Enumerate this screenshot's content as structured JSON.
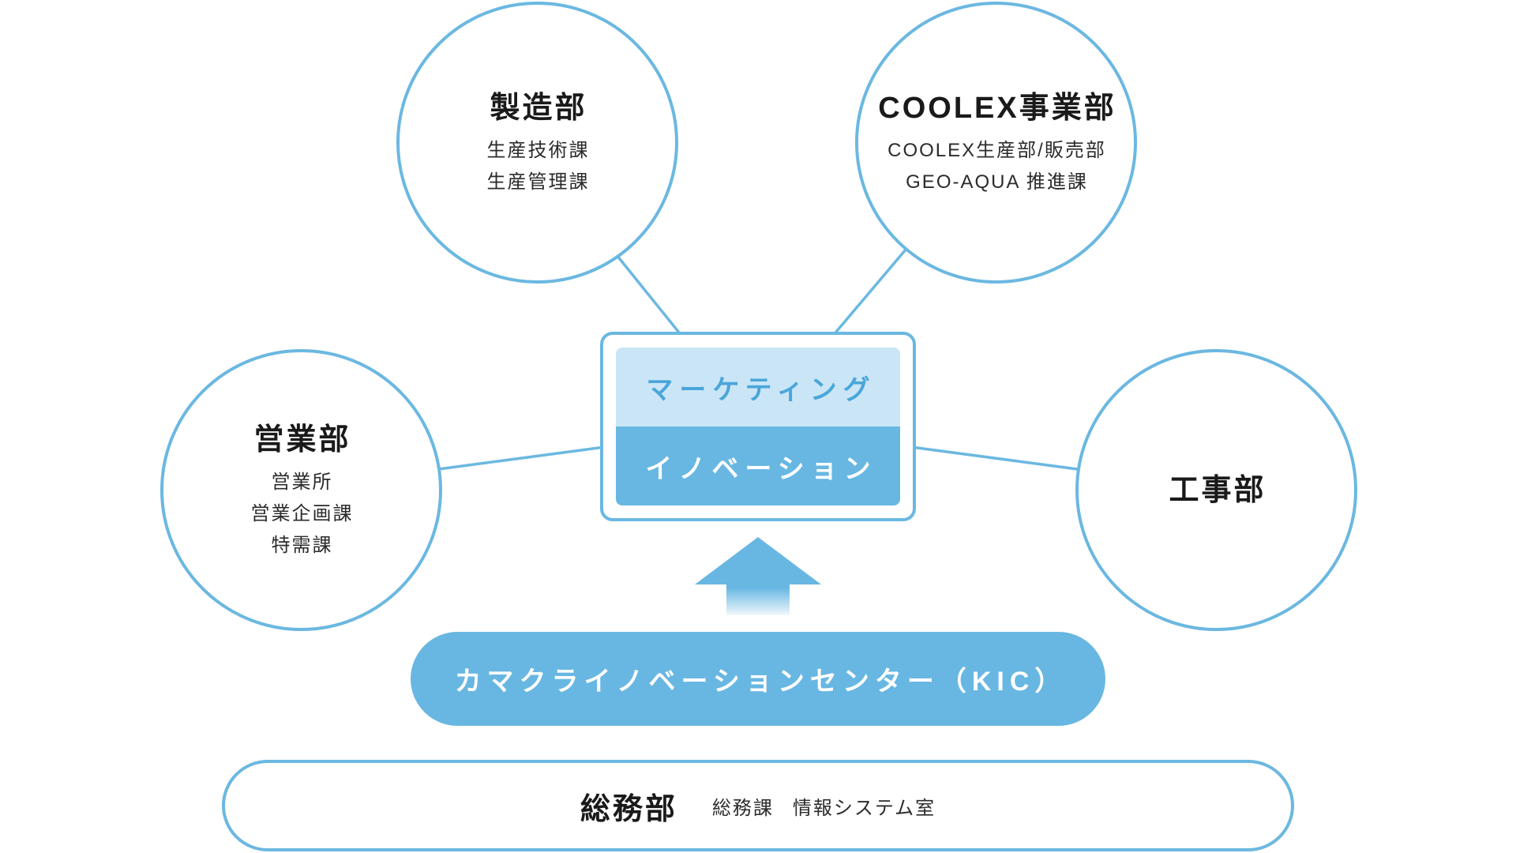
{
  "theme": {
    "colors": {
      "background": "#ffffff",
      "stroke": "#6bb8e1",
      "accent": "#68b7e2",
      "accent-light": "#cae6f6",
      "accent-text": "#4aa6da",
      "text-dark": "#1a1a1a",
      "text-sub": "#2b2b2b",
      "text-on-accent": "#ffffff",
      "arrow-fade": "#f2f8fc"
    }
  },
  "departments": [
    {
      "title": "製造部",
      "sections": [
        "生産技術課",
        "生産管理課"
      ]
    },
    {
      "title": "COOLEX事業部",
      "sections": [
        "COOLEX生産部/販売部",
        "GEO-AQUA 推進課"
      ]
    },
    {
      "title": "営業部",
      "sections": [
        "営業所",
        "営業企画課",
        "特需課"
      ]
    },
    {
      "title": "工事部",
      "sections": []
    }
  ],
  "hub": {
    "top_label": "マーケティング",
    "bottom_label": "イノベーション"
  },
  "kic": {
    "label": "カマクライノベーションセンター（KIC）"
  },
  "general_affairs": {
    "title": "総務部",
    "sections": [
      "総務課",
      "情報システム室"
    ]
  },
  "edges": [
    {
      "from": "製造部",
      "to": "マーケティング/イノベーション",
      "type": "line"
    },
    {
      "from": "COOLEX事業部",
      "to": "マーケティング/イノベーション",
      "type": "line"
    },
    {
      "from": "営業部",
      "to": "マーケティング/イノベーション",
      "type": "line"
    },
    {
      "from": "工事部",
      "to": "マーケティング/イノベーション",
      "type": "line"
    },
    {
      "from": "カマクライノベーションセンター（KIC）",
      "to": "マーケティング/イノベーション",
      "type": "arrow"
    }
  ]
}
